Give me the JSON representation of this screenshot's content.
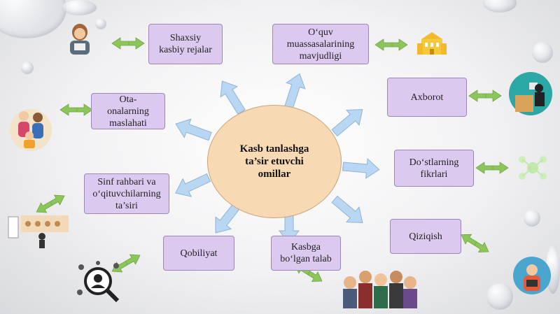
{
  "center": {
    "label_line1": "Kasb tanlashga",
    "label_line2": "ta’sir etuvchi",
    "label_line3": "omillar"
  },
  "factors": {
    "shaxsiy": {
      "line1": "Shaxsiy",
      "line2": "kasbiy rejalar"
    },
    "oquv": {
      "line1": "O‘quv",
      "line2": "muassasalarining",
      "line3": "mavjudligi"
    },
    "axborot": {
      "line1": "Axborot"
    },
    "ota": {
      "line1": "Ota-",
      "line2": "onalarning",
      "line3": "maslahati"
    },
    "dostlar": {
      "line1": "Do‘stlarning",
      "line2": "fikrlari"
    },
    "sinf": {
      "line1": "Sinf rahbari va",
      "line2": "o‘qituvchilarning",
      "line3": "ta’siri"
    },
    "qiziqish": {
      "line1": "Qiziqish"
    },
    "qobiliyat": {
      "line1": "Qobiliyat"
    },
    "kasbga": {
      "line1": "Kasbga",
      "line2": "bo‘lgan talab"
    }
  },
  "colors": {
    "box_fill": "#dcc9f0",
    "center_fill": "#f7d9b4",
    "blue_arrow": "#b9d6f2",
    "green_arrow": "#8cc65a"
  }
}
